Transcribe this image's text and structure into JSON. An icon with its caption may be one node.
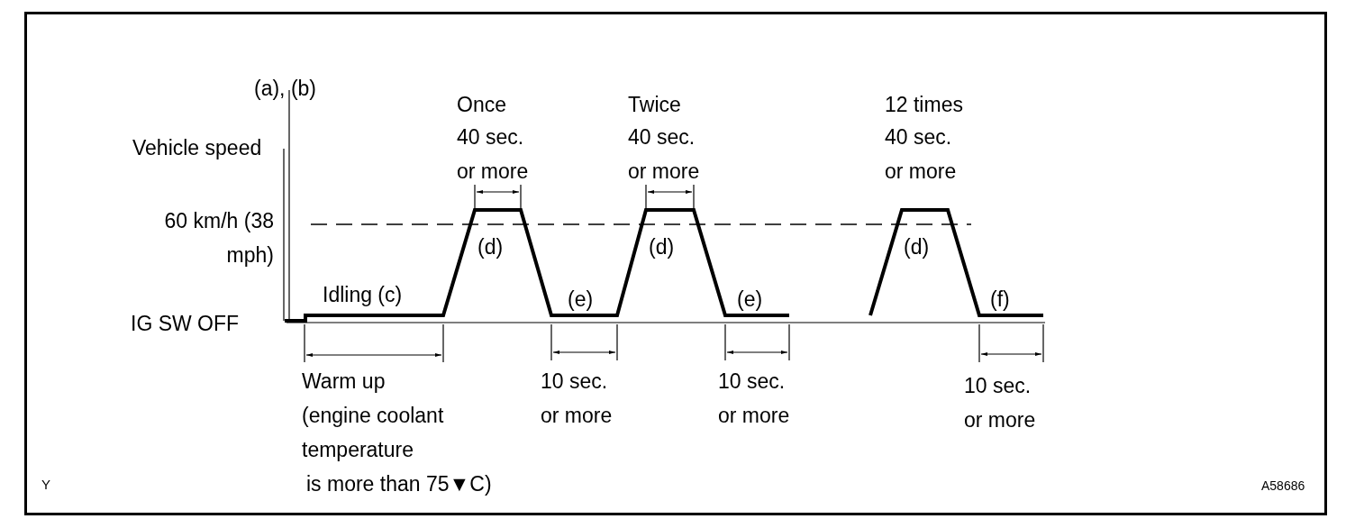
{
  "diagram": {
    "labels": [
      "(a), (b)",
      "Vehicle speed",
      "60 km/h (38 mph)",
      "Once",
      "40 sec. or more",
      "Twice",
      "40 sec. or more",
      "12 times",
      "40 sec. or more",
      "(d)",
      "(d)",
      "(d)",
      "Idling (c)",
      "(e)",
      "(e)",
      "(f)",
      "IG SW OFF",
      "Warm up",
      "(engine coolant temperature",
      "is more than 75▼C)",
      "10 sec. or more",
      "10 sec. or more",
      "10 sec. or more",
      "Y",
      "A58686"
    ]
  }
}
